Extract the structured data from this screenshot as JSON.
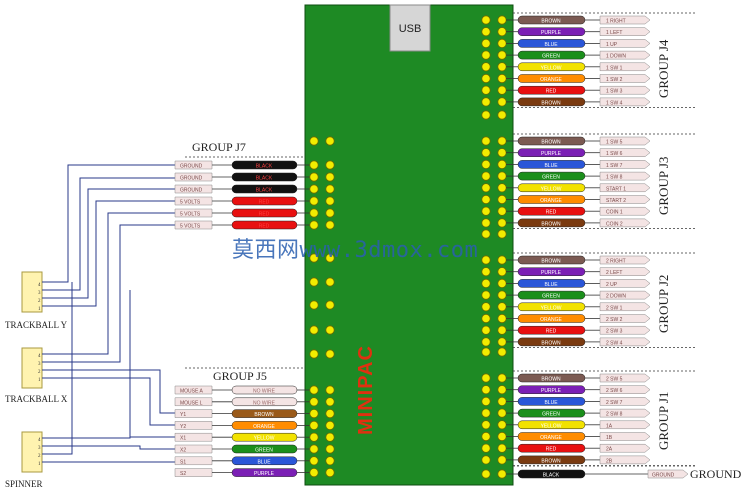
{
  "board": {
    "usb_label": "USB",
    "brand": "MINIPAC",
    "board_color": "#1e8a24"
  },
  "groups": {
    "j1": "GROUP J1",
    "j2": "GROUP J2",
    "j3": "GROUP J3",
    "j4": "GROUP J4",
    "j5": "GROUP J5",
    "j7": "GROUP J7",
    "ground": "GROUND"
  },
  "devices": {
    "trackball_y": "TRACKBALL Y",
    "trackball_x": "TRACKBALL X",
    "spinner": "SPINNER",
    "pin_numbers": [
      "4",
      "3",
      "2",
      "1"
    ]
  },
  "watermark": "莫西网www.3dmox.com",
  "right_groups": [
    {
      "id": "j4",
      "rows": [
        {
          "wire": "BROWN",
          "label": "1 RIGHT",
          "color": "#7b5a52"
        },
        {
          "wire": "PURPLE",
          "label": "1 LEFT",
          "color": "#7b1fb5"
        },
        {
          "wire": "BLUE",
          "label": "1 UP",
          "color": "#2a56d8"
        },
        {
          "wire": "GREEN",
          "label": "1 DOWN",
          "color": "#1b8f1b"
        },
        {
          "wire": "YELLOW",
          "label": "1 SW 1",
          "color": "#f2e200"
        },
        {
          "wire": "ORANGE",
          "label": "1 SW 2",
          "color": "#ff8c00"
        },
        {
          "wire": "RED",
          "label": "1 SW 3",
          "color": "#e81010"
        },
        {
          "wire": "BROWN",
          "label": "1 SW 4",
          "color": "#7a3a10"
        }
      ]
    },
    {
      "id": "j3",
      "rows": [
        {
          "wire": "BROWN",
          "label": "1 SW 5",
          "color": "#7b5a52"
        },
        {
          "wire": "PURPLE",
          "label": "1 SW 6",
          "color": "#7b1fb5"
        },
        {
          "wire": "BLUE",
          "label": "1 SW 7",
          "color": "#2a56d8"
        },
        {
          "wire": "GREEN",
          "label": "1 SW 8",
          "color": "#1b8f1b"
        },
        {
          "wire": "YELLOW",
          "label": "START 1",
          "color": "#f2e200"
        },
        {
          "wire": "ORANGE",
          "label": "START 2",
          "color": "#ff8c00"
        },
        {
          "wire": "RED",
          "label": "COIN 1",
          "color": "#e81010"
        },
        {
          "wire": "BROWN",
          "label": "COIN 2",
          "color": "#7a3a10"
        }
      ]
    },
    {
      "id": "j2",
      "rows": [
        {
          "wire": "BROWN",
          "label": "2 RIGHT",
          "color": "#7b5a52"
        },
        {
          "wire": "PURPLE",
          "label": "2 LEFT",
          "color": "#7b1fb5"
        },
        {
          "wire": "BLUE",
          "label": "2 UP",
          "color": "#2a56d8"
        },
        {
          "wire": "GREEN",
          "label": "2 DOWN",
          "color": "#1b8f1b"
        },
        {
          "wire": "YELLOW",
          "label": "2 SW 1",
          "color": "#f2e200"
        },
        {
          "wire": "ORANGE",
          "label": "2 SW 2",
          "color": "#ff8c00"
        },
        {
          "wire": "RED",
          "label": "2 SW 3",
          "color": "#e81010"
        },
        {
          "wire": "BROWN",
          "label": "2 SW 4",
          "color": "#7a3a10"
        }
      ]
    },
    {
      "id": "j1",
      "rows": [
        {
          "wire": "BROWN",
          "label": "2 SW 5",
          "color": "#7b5a52"
        },
        {
          "wire": "PURPLE",
          "label": "2 SW 6",
          "color": "#7b1fb5"
        },
        {
          "wire": "BLUE",
          "label": "2 SW 7",
          "color": "#2a56d8"
        },
        {
          "wire": "GREEN",
          "label": "2 SW 8",
          "color": "#1b8f1b"
        },
        {
          "wire": "YELLOW",
          "label": "1A",
          "color": "#f2e200"
        },
        {
          "wire": "ORANGE",
          "label": "1B",
          "color": "#ff8c00"
        },
        {
          "wire": "RED",
          "label": "2A",
          "color": "#e81010"
        },
        {
          "wire": "BROWN",
          "label": "2B",
          "color": "#7a3a10"
        }
      ]
    }
  ],
  "ground_row": {
    "wire": "BLACK",
    "label": "GROUND",
    "color": "#111111"
  },
  "j7": [
    {
      "label": "GROUND",
      "wire": "BLACK",
      "color": "#111111"
    },
    {
      "label": "GROUND",
      "wire": "BLACK",
      "color": "#111111"
    },
    {
      "label": "GROUND",
      "wire": "BLACK",
      "color": "#111111"
    },
    {
      "label": "5 VOLTS",
      "wire": "RED",
      "color": "#e81010"
    },
    {
      "label": "5 VOLTS",
      "wire": "RED",
      "color": "#e81010"
    },
    {
      "label": "5 VOLTS",
      "wire": "RED",
      "color": "#e81010"
    }
  ],
  "j5": [
    {
      "label": "MOUSE A",
      "wire": "NO WIRE",
      "color": "#f4e4e4"
    },
    {
      "label": "MOUSE L",
      "wire": "NO WIRE",
      "color": "#f4e4e4"
    },
    {
      "label": "Y1",
      "wire": "BROWN",
      "color": "#9a5a1a"
    },
    {
      "label": "Y2",
      "wire": "ORANGE",
      "color": "#ff8c00"
    },
    {
      "label": "X1",
      "wire": "YELLOW",
      "color": "#f2e200"
    },
    {
      "label": "X2",
      "wire": "GREEN",
      "color": "#1b8f1b"
    },
    {
      "label": "S1",
      "wire": "BLUE",
      "color": "#2a56d8"
    },
    {
      "label": "S2",
      "wire": "PURPLE",
      "color": "#7b1fb5"
    }
  ]
}
